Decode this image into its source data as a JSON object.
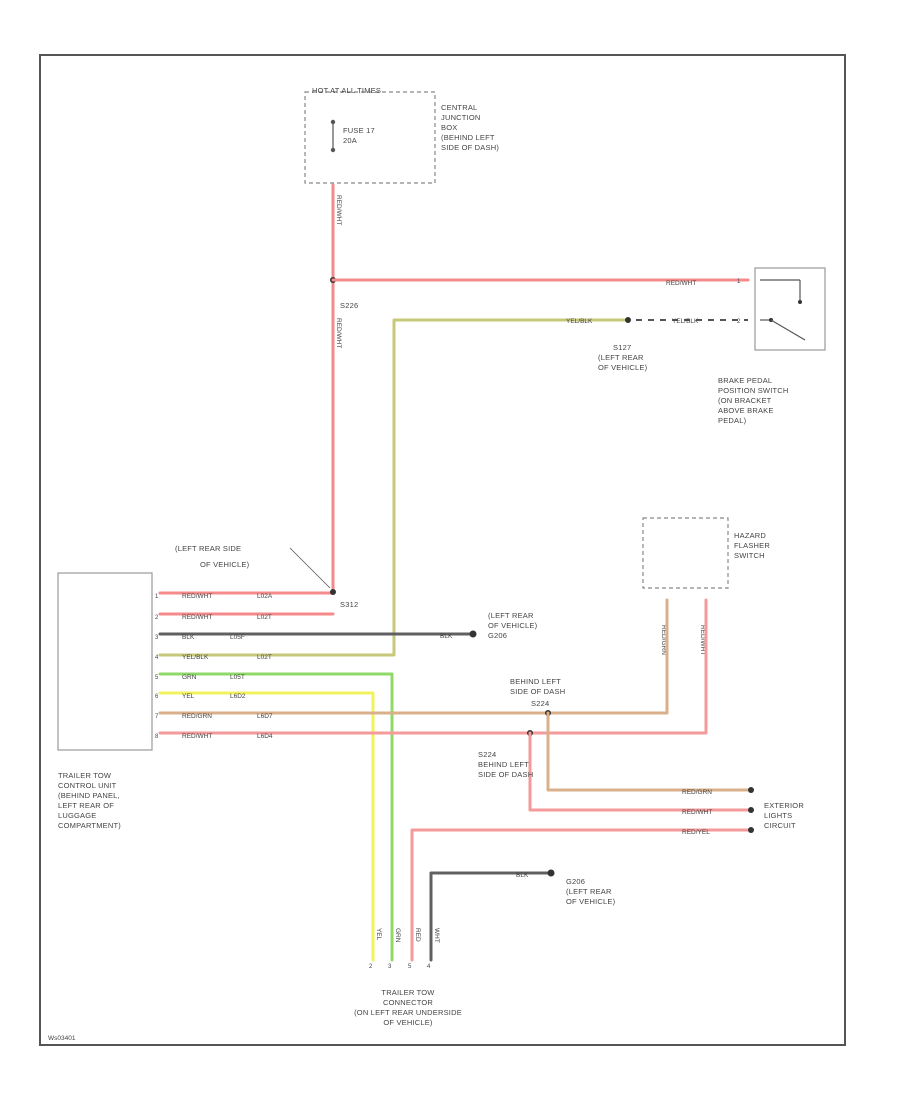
{
  "colors": {
    "red": "#f48a8a",
    "yellow_black": "#c8c87a",
    "black": "#606060",
    "green": "#8fd96a",
    "yellow": "#f2f25c",
    "red_green": "#d9b08a",
    "red_white": "#f49a9a",
    "yellow_red": "#e0c890",
    "frame": "#555555"
  },
  "labels": {
    "hot_at_all_times": "HOT AT ALL TIMES",
    "fuse": [
      "FUSE 17",
      "20A"
    ],
    "central_junction_box": [
      "CENTRAL",
      "JUNCTION",
      "BOX",
      "(BEHIND LEFT",
      "SIDE OF DASH)"
    ],
    "s226": "S226",
    "s127": [
      "S127",
      "(LEFT REAR",
      "OF VEHICLE)"
    ],
    "brake_switch": [
      "BRAKE PEDAL",
      "POSITION SWITCH",
      "(ON BRACKET",
      "ABOVE BRAKE",
      "PEDAL)"
    ],
    "hazard_switch": [
      "HAZARD",
      "FLASHER",
      "SWITCH"
    ],
    "left_rear_side": [
      "(LEFT REAR SIDE",
      "OF VEHICLE)"
    ],
    "s312": "S312",
    "g206_left_rear": [
      "(LEFT REAR",
      "OF VEHICLE)",
      "G206"
    ],
    "behind_left_dash": [
      "BEHIND LEFT",
      "SIDE OF DASH"
    ],
    "s224": "S224",
    "s224_behind": [
      "S224",
      "BEHIND LEFT",
      "SIDE OF DASH"
    ],
    "exterior_lights": [
      "EXTERIOR",
      "LIGHTS",
      "CIRCUIT"
    ],
    "g206_bottom": [
      "G206",
      "(LEFT REAR",
      "OF VEHICLE)"
    ],
    "trailer_tow_control": [
      "TRAILER TOW",
      "CONTROL UNIT",
      "(BEHIND PANEL,",
      "LEFT REAR OF",
      "LUGGAGE",
      "COMPARTMENT)"
    ],
    "trailer_tow_connector": [
      "TRAILER TOW",
      "CONNECTOR",
      "(ON LEFT REAR UNDERSIDE",
      "OF VEHICLE)"
    ],
    "figure_id": "Ws03401"
  },
  "wires": {
    "red_wht_top": "RED/WHT",
    "yel_blk_top": "YEL/BLK",
    "yel_blk_right": "YEL/BLK",
    "blk_ground": "BLK",
    "blk_bottom": "BLK",
    "red_grn_out": "RED/GRN",
    "red_wht_out": "RED/WHT",
    "red_yel_out": "RED/YEL",
    "vertical_red": "RED/WHT",
    "hazard_left": "RED/GRN",
    "hazard_right": "RED/WHT"
  },
  "control_unit_rows": [
    {
      "pin": "1",
      "color": "RED/WHT",
      "circuit": "L02A"
    },
    {
      "pin": "2",
      "color": "RED/WHT",
      "circuit": "L02T"
    },
    {
      "pin": "3",
      "color": "BLK",
      "circuit": "L05F"
    },
    {
      "pin": "4",
      "color": "YEL/BLK",
      "circuit": "L02T"
    },
    {
      "pin": "5",
      "color": "GRN",
      "circuit": "L05T"
    },
    {
      "pin": "6",
      "color": "YEL",
      "circuit": "L6D2"
    },
    {
      "pin": "7",
      "color": "RED/GRN",
      "circuit": "L6D7"
    },
    {
      "pin": "8",
      "color": "RED/WHT",
      "circuit": "L6D4"
    }
  ],
  "connector_wires": [
    "YEL",
    "GRN",
    "RED",
    "WHT"
  ],
  "connector_pins": [
    "2",
    "3",
    "5",
    "4"
  ],
  "brake_pins": [
    "1",
    "2"
  ]
}
